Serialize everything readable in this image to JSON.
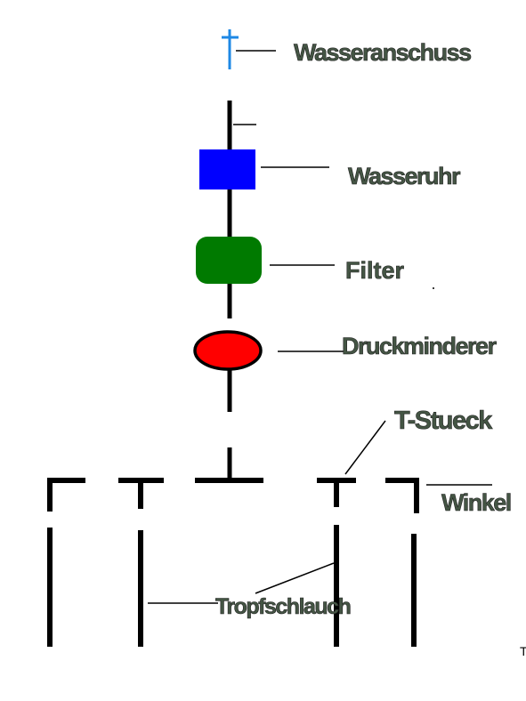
{
  "diagram": {
    "labels": {
      "water_connection": "Wasseranschuss",
      "water_meter": "Wasseruhr",
      "filter": "Filter",
      "pressure_reducer": "Druckminderer",
      "t_piece": "T-Stueck",
      "elbow": "Winkel",
      "drip_hose": "Tropfschlauch",
      "corner_mark": "T"
    },
    "colors": {
      "water_connection": "#1e88e5",
      "water_meter": "#0000ff",
      "filter": "#007a00",
      "pressure_reducer": "#ff0000",
      "pipes": "#000000",
      "label_text": "#445544"
    }
  }
}
